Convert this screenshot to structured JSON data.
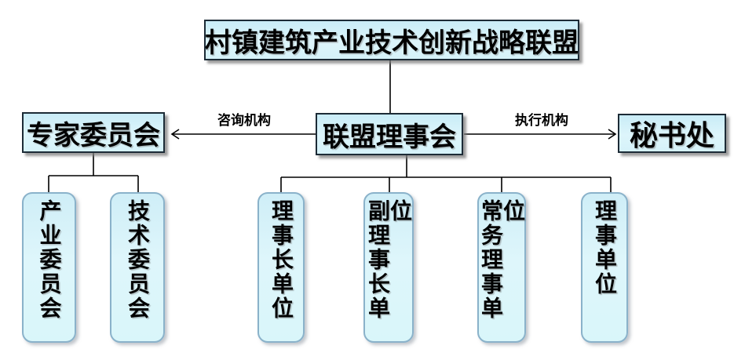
{
  "diagram": {
    "nodes": {
      "root": "村镇建筑产业技术创新战略联盟",
      "council": "联盟理事会",
      "expert": "专家委员会",
      "secretariat": "秘书处"
    },
    "edge_labels": {
      "advisory": "咨询机构",
      "executive": "执行机构"
    },
    "expert_children": [
      {
        "label": "产业委员会"
      },
      {
        "label": "技术委员会"
      }
    ],
    "council_children": [
      {
        "label": "理事长单位"
      },
      {
        "label": "副理事长单位"
      },
      {
        "label": "常务理事单位"
      },
      {
        "label": "理事单位"
      }
    ],
    "colors": {
      "box_fill_top": "#c9ecf7",
      "box_fill_bottom": "#d5f2f9",
      "rect_border": "#1c2b36",
      "rounded_border": "#8ab2ca",
      "connector": "#000000"
    }
  }
}
